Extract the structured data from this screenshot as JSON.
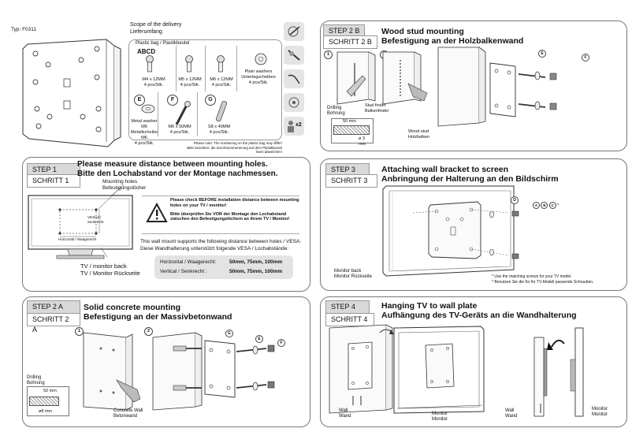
{
  "header": {
    "type_code": "Typ: F0311"
  },
  "scope": {
    "title_en": "Scope of the delivery",
    "title_de": "Lieferumfang",
    "bag_label": "Plastic bag / Plastikbeutel",
    "abcd": "ABCD",
    "items": [
      {
        "letter": "",
        "line1": "M4 x 12MM",
        "line2": "4 pcs/Stk."
      },
      {
        "letter": "",
        "line1": "M5 x 12MM",
        "line2": "4 pcs/Stk."
      },
      {
        "letter": "",
        "line1": "M6 x 12MM",
        "line2": "4 pcs/Stk."
      },
      {
        "letter": "",
        "line1": "Plain washers",
        "line2": "Unterlegscheiben",
        "line3": "4 pcs/Stk."
      },
      {
        "letter": "E",
        "line1": "Metal washer M6",
        "line2": "Metallscheibe M6",
        "line3": "4 pcs/Stk."
      },
      {
        "letter": "F",
        "line1": "M6 x 50MM",
        "line2": "4 pcs/Stk."
      },
      {
        "letter": "G",
        "line1": "S8 x 40MM",
        "line2": "4 pcs/Stk."
      }
    ],
    "note_en": "Please note: The numbering on the plastic bag may differ!",
    "note_de": "Bitte beachten: die Durchnummerierung auf dem Plastikbeutel kann abweichen!"
  },
  "tools": {
    "person_count": "x2"
  },
  "step1": {
    "step_en": "STEP   1",
    "step_de": "SCHRITT  1",
    "title_en": "Please measure distance between mounting holes.",
    "title_de": "Bitte den Lochabstand vor der Montage nachmessen.",
    "holes_en": "Mounting holes",
    "holes_de": "Befestigungslöcher",
    "vertical": "Vertical /",
    "vertical2": "Senkrecht",
    "horizontal": "Horizontal / Waagerecht",
    "tv_back_en": "TV / monitor back",
    "tv_back_de": "TV / Monitor Rückseite",
    "warn_en": "Please check BEFORE installation distance between mounting holes on your TV / monitor!",
    "warn_de": "Bitte überprüfen Sie VOR der Montage den Lochabstand zwischen den Befestigungslöchern an ihrem TV / Monitor!",
    "support_en": "This wall mount supports the following distance between holes / VESA:",
    "support_de": "Diese Wandhalterung unterstützt folgende VESA / Lochabstände:",
    "h_label": "Horizontal / Waagerecht:",
    "h_value": "50mm, 75mm, 100mm",
    "v_label": "Vertical / Senkrecht :",
    "v_value": "50mm, 75mm, 100mm"
  },
  "step2a": {
    "step_en": "STEP   2 A",
    "step_de": "SCHRITT 2 A",
    "title_en": "Solid concrete mounting",
    "title_de": "Befestigung an der Massivbetonwand",
    "n1": "1",
    "n2": "2",
    "drilling_en": "Drilling",
    "drilling_de": "Bohrung",
    "dim1": "50 mm",
    "dim2": "ø8  mm",
    "wall_en": "Concrete Wall",
    "wall_de": "Betonwand",
    "badges": [
      "G",
      "E",
      "F"
    ]
  },
  "step2b": {
    "step_en": "STEP  2  B",
    "step_de": "SCHRITT 2 B",
    "title_en": "Wood stud mounting",
    "title_de": "Befestigung an der Holzbalkenwand",
    "n1": "1",
    "n2": "2",
    "stud_en": "Stud finder",
    "stud_de": "Balkenfinder",
    "drilling_en": "Drilling",
    "drilling_de": "Bohrung",
    "dim1": "50 mm",
    "dim2": "ø 3 mm",
    "wall_en": "Wood stud",
    "wall_de": "Holzbalken",
    "badges": [
      "E",
      "F"
    ]
  },
  "step3": {
    "step_en": "STEP  3",
    "step_de": "SCHRITT  3",
    "title_en": "Attaching wall bracket to screen",
    "title_de": "Anbringung der Halterung an den Bildschirm",
    "back_en": "Monitor back",
    "back_de": "Monitor Rückseite",
    "badge_d": "D",
    "abc": [
      "A",
      "B",
      "C"
    ],
    "star": "*",
    "note_en": "* Use the matching screws for your TV model.",
    "note_de": "* Benutzen Sie die für Ihr TV-Modell passende Schrauben."
  },
  "step4": {
    "step_en": "STEP  4",
    "step_de": "SCHRITT 4",
    "title_en": "Hanging TV to wall plate",
    "title_de": "Aufhängung des TV-Geräts an die Wandhalterung",
    "wall_en": "Wall",
    "wall_de": "Wand",
    "monitor_en": "Monitor",
    "monitor_de": "Monitor",
    "wall2_en": "Wall",
    "wall2_de": "Wand",
    "monitor2_en": "Monitor",
    "monitor2_de": "Monitor"
  }
}
